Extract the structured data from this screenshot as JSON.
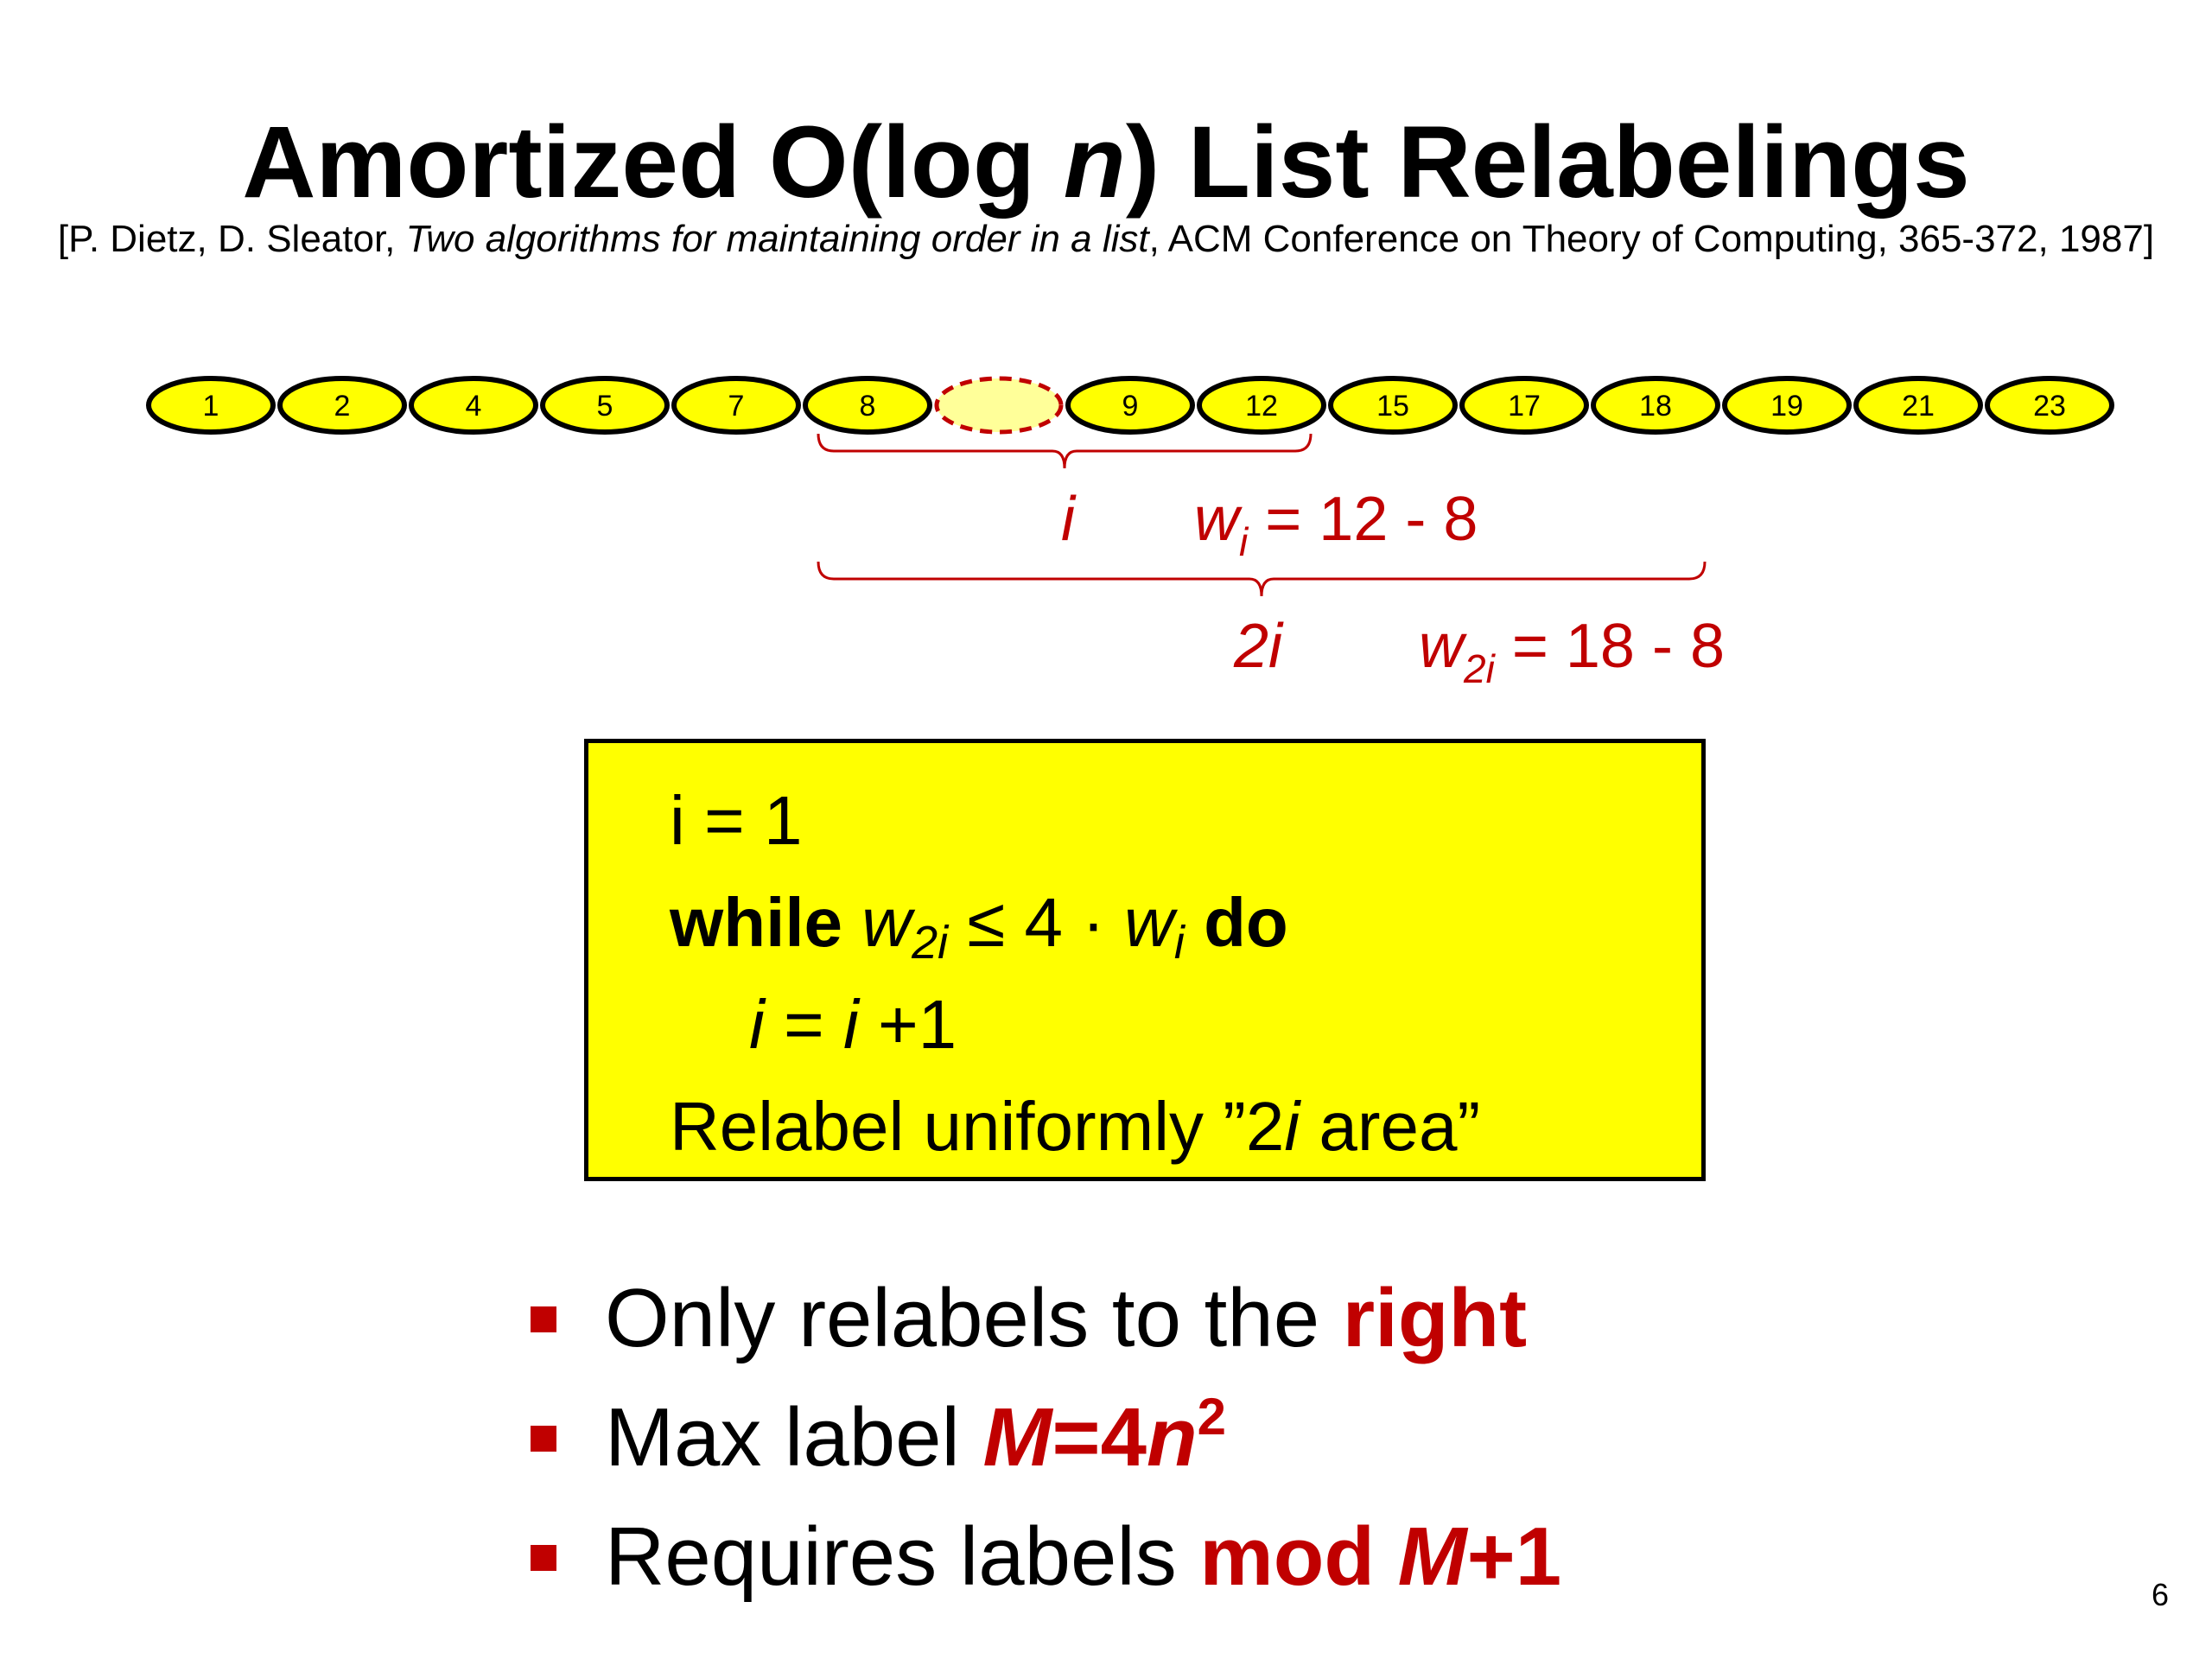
{
  "slide": {
    "title_prefix": "Amortized O(log ",
    "title_var": "n",
    "title_suffix": ") List Relabelings",
    "citation": {
      "authors": "[P. Dietz, D. Sleator, ",
      "paper_title": "Two algorithms for maintaining order in a list",
      "venue": ",  ACM Conference on Theory of Computing, 365-372, 1987]"
    },
    "page_number": "6"
  },
  "diagram": {
    "nodes": [
      "1",
      "2",
      "4",
      "5",
      "7",
      "8",
      "",
      "9",
      "12",
      "15",
      "17",
      "18",
      "19",
      "21",
      "23"
    ],
    "inserted_node_index": 6,
    "node_fill": "#ffff00",
    "inserted_fill": "#ffff99",
    "accent_color": "#c00000",
    "brace_i": {
      "label": "i",
      "formula_var": "w",
      "formula_sub": "i",
      "formula_rest": " = 12 - 8",
      "from_node": 5,
      "to_node": 8
    },
    "brace_2i": {
      "label": "2i",
      "formula_var": "w",
      "formula_sub": "2i",
      "formula_rest": " = 18 - 8",
      "from_node": 5,
      "to_node": 11
    }
  },
  "algorithm": {
    "line1": "i = 1",
    "line2_kw_while": "while",
    "line2_var": "w",
    "line2_sub": "2i",
    "line2_mid": " ≤ 4 · ",
    "line2_var2": "w",
    "line2_sub2": "i",
    "line2_kw_do": "do",
    "line3_var1": "i",
    "line3_mid": " = ",
    "line3_var2": "i",
    "line3_end": " +1",
    "line4_prefix": "Relabel uniformly ”2",
    "line4_var": "i",
    "line4_suffix": " area”"
  },
  "bullets": {
    "b1_text": "Only relabels to the ",
    "b1_accent": "right",
    "b2_text": "Max label ",
    "b2_accent_var": "M",
    "b2_accent_mid": "=4",
    "b2_accent_var2": "n",
    "b2_sup": "2",
    "b3_text": "Requires labels ",
    "b3_accent": "mod ",
    "b3_accent_var": "M",
    "b3_accent_end": "+1"
  }
}
